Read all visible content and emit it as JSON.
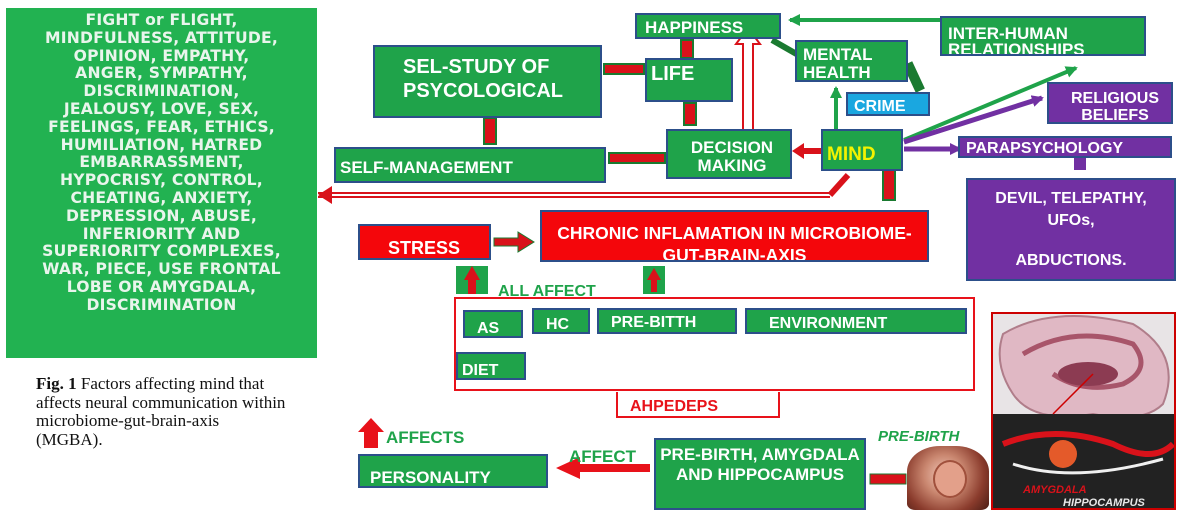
{
  "left_panel": {
    "lines": [
      "FIGHT or FLIGHT,",
      "MINDFULNESS, ATTITUDE,",
      "OPINION, EMPATHY,",
      "ANGER, SYMPATHY,",
      "DISCRIMINATION,",
      "JEALOUSY, LOVE, SEX,",
      "FEELINGS, FEAR, ETHICS,",
      "HUMILIATION, HATRED",
      "EMBARRASSMENT,",
      "HYPOCRISY, CONTROL,",
      "CHEATING, ANXIETY,",
      "DEPRESSION, ABUSE,",
      "INFERIORITY AND",
      "SUPERIORITY COMPLEXES,",
      "WAR, PIECE, USE FRONTAL",
      "LOBE OR AMYGDALA,",
      "DISCRIMINATION"
    ]
  },
  "caption": {
    "label": "Fig. 1",
    "text": " Factors affecting mind that affects neural communication within microbiome-gut-brain-axis (MGBA)."
  },
  "nodes": {
    "happiness": "HAPPINESS",
    "inter_human": "INTER-HUMAN RELATIONSHIPS",
    "self_study": "SEL-STUDY OF PSYCOLOGICAL",
    "life": "LIFE",
    "mental_health": "MENTAL HEALTH",
    "crime": "CRIME",
    "religious": "RELIGIOUS BELIEFS",
    "mind": "MIND",
    "decision": "DECISION MAKING",
    "self_management": "SELF-MANAGEMENT",
    "parapsychology": "PARAPSYCHOLOGY",
    "devil": "DEVIL, TELEPATHY, UFOs,",
    "abductions": "ABDUCTIONS.",
    "stress": "STRESS",
    "chronic": "CHRONIC INFLAMATION IN MICROBIOME-GUT-BRAIN-AXIS",
    "all_affect": "ALL AFFECT",
    "as": "AS",
    "hc": "HC",
    "pre_bitth": "PRE-BITTH",
    "environment": "ENVIRONMENT",
    "diet": "DIET",
    "ahpedeps": "AHPEDEPS",
    "affects": "AFFECTS",
    "personality": "PERSONALITY",
    "affect": "AFFECT",
    "pre_birth_box": "PRE-BIRTH, AMYGDALA AND HIPPOCAMPUS",
    "pre_birth_label": "PRE-BIRTH"
  },
  "image_labels": {
    "amygdala": "AMYGDALA",
    "hippocampus": "HIPPOCAMPUS"
  },
  "colors": {
    "green_box": "#1fa34a",
    "red_box": "#f4060b",
    "purple_box": "#7130a2",
    "blue_box": "#1aa7e0",
    "mind_text": "#f3f300",
    "panel_green": "#22b251"
  }
}
